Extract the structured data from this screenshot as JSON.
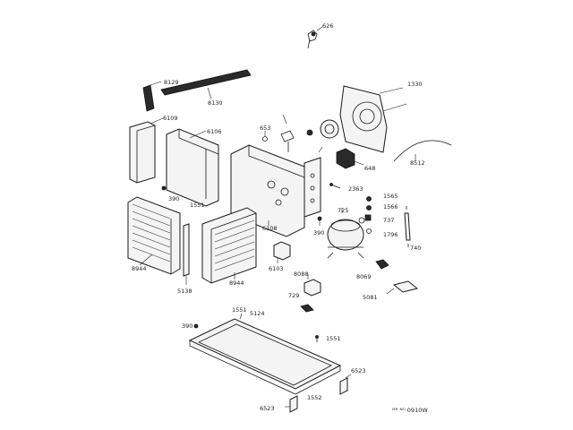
{
  "labels": {
    "l626": "626",
    "l8129": "8129",
    "l8130": "8130",
    "l1330": "1330",
    "l6109": "6109",
    "l653": "653",
    "l6106": "6106",
    "l648": "648",
    "l8512": "8512",
    "l390a": "390",
    "l1551a": "1551",
    "l6108": "6108",
    "l390b": "390",
    "l2363": "2363",
    "l1565": "1565",
    "l725": "725",
    "l1566": "1566",
    "l737": "737",
    "l740": "740",
    "l1796": "1796",
    "l8944a": "8944",
    "l5138": "5138",
    "l8944b": "8944",
    "l6103": "6103",
    "l8088": "8088",
    "l8069": "8069",
    "l729": "729",
    "l5081": "5081",
    "l1551b": "1551",
    "l5124": "5124",
    "l390c": "390",
    "l1551c": "1551",
    "l6523a": "6523",
    "l1552": "1552",
    "l6523b": "6523",
    "footer": "ᴹᴿ ᴺᴼ 0910W"
  }
}
